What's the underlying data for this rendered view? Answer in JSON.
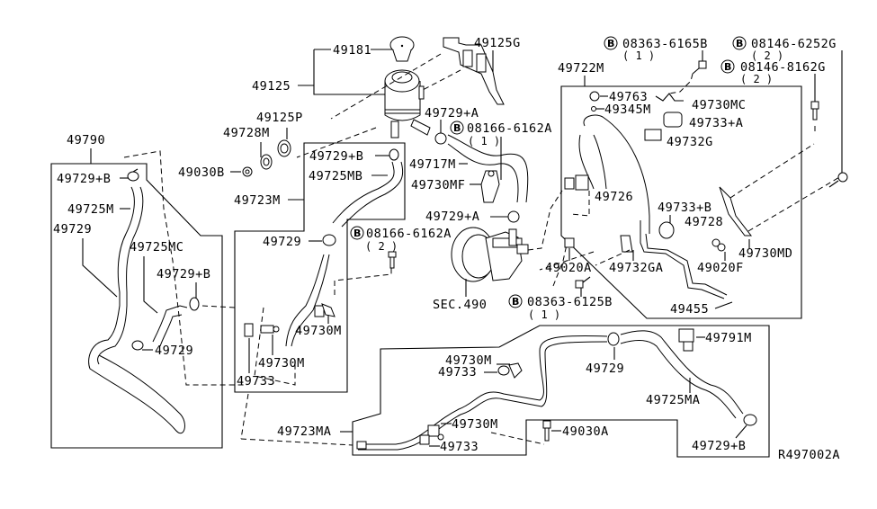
{
  "diagram": {
    "title": "Power Steering Piping",
    "reference_code": "R497002A",
    "colors": {
      "line": "#000000",
      "background": "#ffffff"
    },
    "groups": {
      "reservoir": {
        "bracket_label": "49125",
        "items": [
          "49181",
          "49125P",
          "49728M",
          "49030B",
          "49125G"
        ]
      },
      "left_box": {
        "label": "49790"
      },
      "middle_box": {
        "label": "49723M"
      },
      "right_box": {
        "label": "49722M"
      },
      "bottom_box": {
        "label": "49723MA"
      }
    },
    "labels": {
      "p49181": "49181",
      "p49125": "49125",
      "p49125G": "49125G",
      "p49125P": "49125P",
      "p49728M": "49728M",
      "p49030B": "49030B",
      "p49790": "49790",
      "p49729B_left": "49729+B",
      "p49725M": "49725M",
      "p49729_left": "49729",
      "p49725MC": "49725MC",
      "p49729B_left2": "49729+B",
      "p49729_left_low": "49729",
      "p49729A_top": "49729+A",
      "p49717M": "49717M",
      "p49730MF": "49730MF",
      "p49729A_mid": "49729+A",
      "p49723M": "49723M",
      "p49729B_mid": "49729+B",
      "p49725MB": "49725MB",
      "p49729_mid": "49729",
      "p49730M_mid1": "49730M",
      "p49730M_mid2": "49730M",
      "p49733_mid": "49733",
      "sec490": "SEC.490",
      "p49722M": "49722M",
      "p49763": "49763",
      "p49345M": "49345M",
      "p49730MC": "49730MC",
      "p49733A": "49733+A",
      "p49732G": "49732G",
      "p49726": "49726",
      "p49733B": "49733+B",
      "p49728": "49728",
      "p49730MD": "49730MD",
      "p49020A": "49020A",
      "p49732GA": "49732GA",
      "p49020F": "49020F",
      "p49455": "49455",
      "p49723MA": "49723MA",
      "p49730M_bot1": "49730M",
      "p49733_bot1": "49733",
      "p49729_bot": "49729",
      "p49791M": "49791M",
      "p49725MA": "49725MA",
      "p49729B_bot": "49729+B",
      "p49730M_bot2": "49730M",
      "p49733_bot2": "49733",
      "p49030A": "49030A"
    },
    "bolts": {
      "b1": {
        "marker": "B",
        "part": "08166-6162A",
        "qty": "( 1 )"
      },
      "b2": {
        "marker": "B",
        "part": "08166-6162A",
        "qty": "( 2 )"
      },
      "b3": {
        "marker": "B",
        "part": "08363-6165B",
        "qty": "( 1 )"
      },
      "b4": {
        "marker": "B",
        "part": "08146-6252G",
        "qty": "( 2 )"
      },
      "b5": {
        "marker": "B",
        "part": "08146-8162G",
        "qty": "( 2 )"
      },
      "b6": {
        "marker": "B",
        "part": "08363-6125B",
        "qty": "( 1 )"
      }
    }
  }
}
